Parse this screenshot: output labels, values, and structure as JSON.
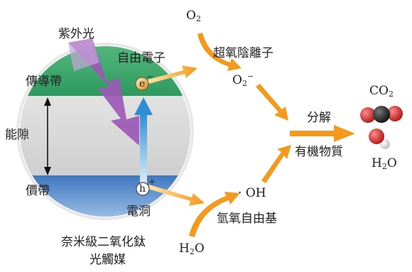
{
  "labels": {
    "uv": "紫外光",
    "free_electron": "自由電子",
    "conduction_band": "傳導帶",
    "band_gap": "能隙",
    "valence_band": "價帶",
    "hole": "電洞",
    "catalyst_line1": "奈米級二氧化鈦",
    "catalyst_line2": "光觸媒",
    "superoxide": "超氧陰離子",
    "hydroxyl_radical": "氫氧自由基",
    "decompose": "分解",
    "organic_matter": "有機物質"
  },
  "particles": {
    "electron_symbol": "e",
    "electron_charge": "−",
    "hole_symbol": "h",
    "hole_charge": "+"
  },
  "chem": {
    "o2_base": "O",
    "o2_sub": "2",
    "superoxide_charge": "−",
    "oh_dot": "·",
    "oh": "OH",
    "h2o_h": "H",
    "h2o_sub": "2",
    "h2o_o": "O",
    "co2_base": "CO",
    "co2_sub": "2"
  },
  "colors": {
    "conduction_band": "#3aa66b",
    "band_gap": "#d9d9d9",
    "valence_band": "#4f86c9",
    "uv_beam": "#9b59b6",
    "reaction_arrow": "#f39a1e",
    "excitation_arrow": "#5aaee6",
    "carbon": "#222222",
    "oxygen": "#d42a2a",
    "hydrogen": "#f2f2f2"
  }
}
